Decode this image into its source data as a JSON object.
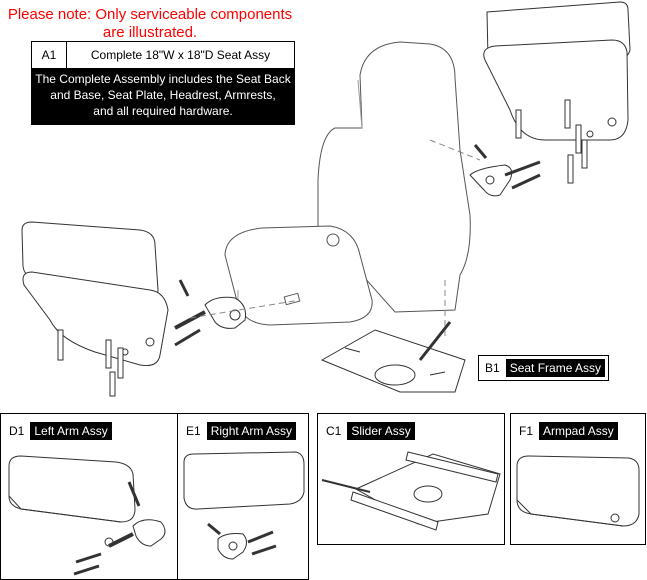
{
  "note": {
    "line1": "Please note: Only serviceable components",
    "line2": "are illustrated."
  },
  "a1": {
    "code": "A1",
    "title": "Complete 18\"W x 18\"D Seat Assy",
    "desc_line1": "The Complete Assembly includes the Seat Back",
    "desc_line2": "and Base, Seat Plate, Headrest, Armrests,",
    "desc_line3": "and all required hardware."
  },
  "b1": {
    "code": "B1",
    "name": "Seat Frame Assy"
  },
  "panels": [
    {
      "code": "D1",
      "name": "Left Arm Assy"
    },
    {
      "code": "E1",
      "name": "Right Arm Assy"
    },
    {
      "code": "C1",
      "name": "Slider Assy"
    },
    {
      "code": "F1",
      "name": "Armpad Assy"
    }
  ],
  "colors": {
    "note": "#ff0000",
    "label_bg": "#000000",
    "label_text": "#ffffff"
  }
}
